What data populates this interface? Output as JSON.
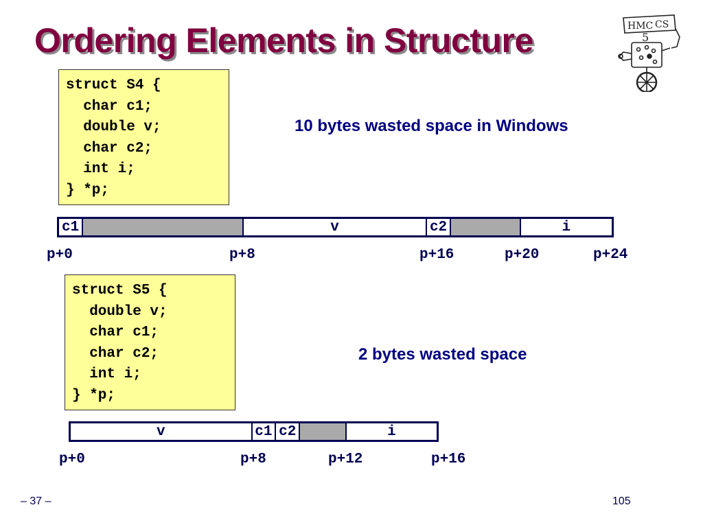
{
  "title": "Ordering Elements in Structure",
  "logo": {
    "text_left": "HMC",
    "text_right": "CS",
    "digit": "5"
  },
  "s4": {
    "code": [
      "struct S4 {",
      "  char c1;",
      "  double v;",
      "  char c2;",
      "  int i;",
      "} *p;"
    ],
    "note": "10 bytes wasted space in Windows",
    "cells": [
      {
        "label": "c1",
        "bytes": 1,
        "pad": false
      },
      {
        "label": "",
        "bytes": 7,
        "pad": true
      },
      {
        "label": "v",
        "bytes": 8,
        "pad": false
      },
      {
        "label": "c2",
        "bytes": 1,
        "pad": false
      },
      {
        "label": "",
        "bytes": 3,
        "pad": true
      },
      {
        "label": "i",
        "bytes": 4,
        "pad": false
      }
    ],
    "offsets": [
      "p+0",
      "p+8",
      "p+16",
      "p+20",
      "p+24"
    ]
  },
  "s5": {
    "code": [
      "struct S5 {",
      "  double v;",
      "  char c1;",
      "  char c2;",
      "  int i;",
      "} *p;"
    ],
    "note": "2 bytes wasted space",
    "cells": [
      {
        "label": "v",
        "bytes": 8,
        "pad": false
      },
      {
        "label": "c1",
        "bytes": 1,
        "pad": false
      },
      {
        "label": "c2",
        "bytes": 1,
        "pad": false
      },
      {
        "label": "",
        "bytes": 2,
        "pad": true
      },
      {
        "label": "i",
        "bytes": 4,
        "pad": false
      }
    ],
    "offsets": [
      "p+0",
      "p+8",
      "p+12",
      "p+16"
    ]
  },
  "footer": {
    "left": "– 37 –",
    "right": "105"
  }
}
